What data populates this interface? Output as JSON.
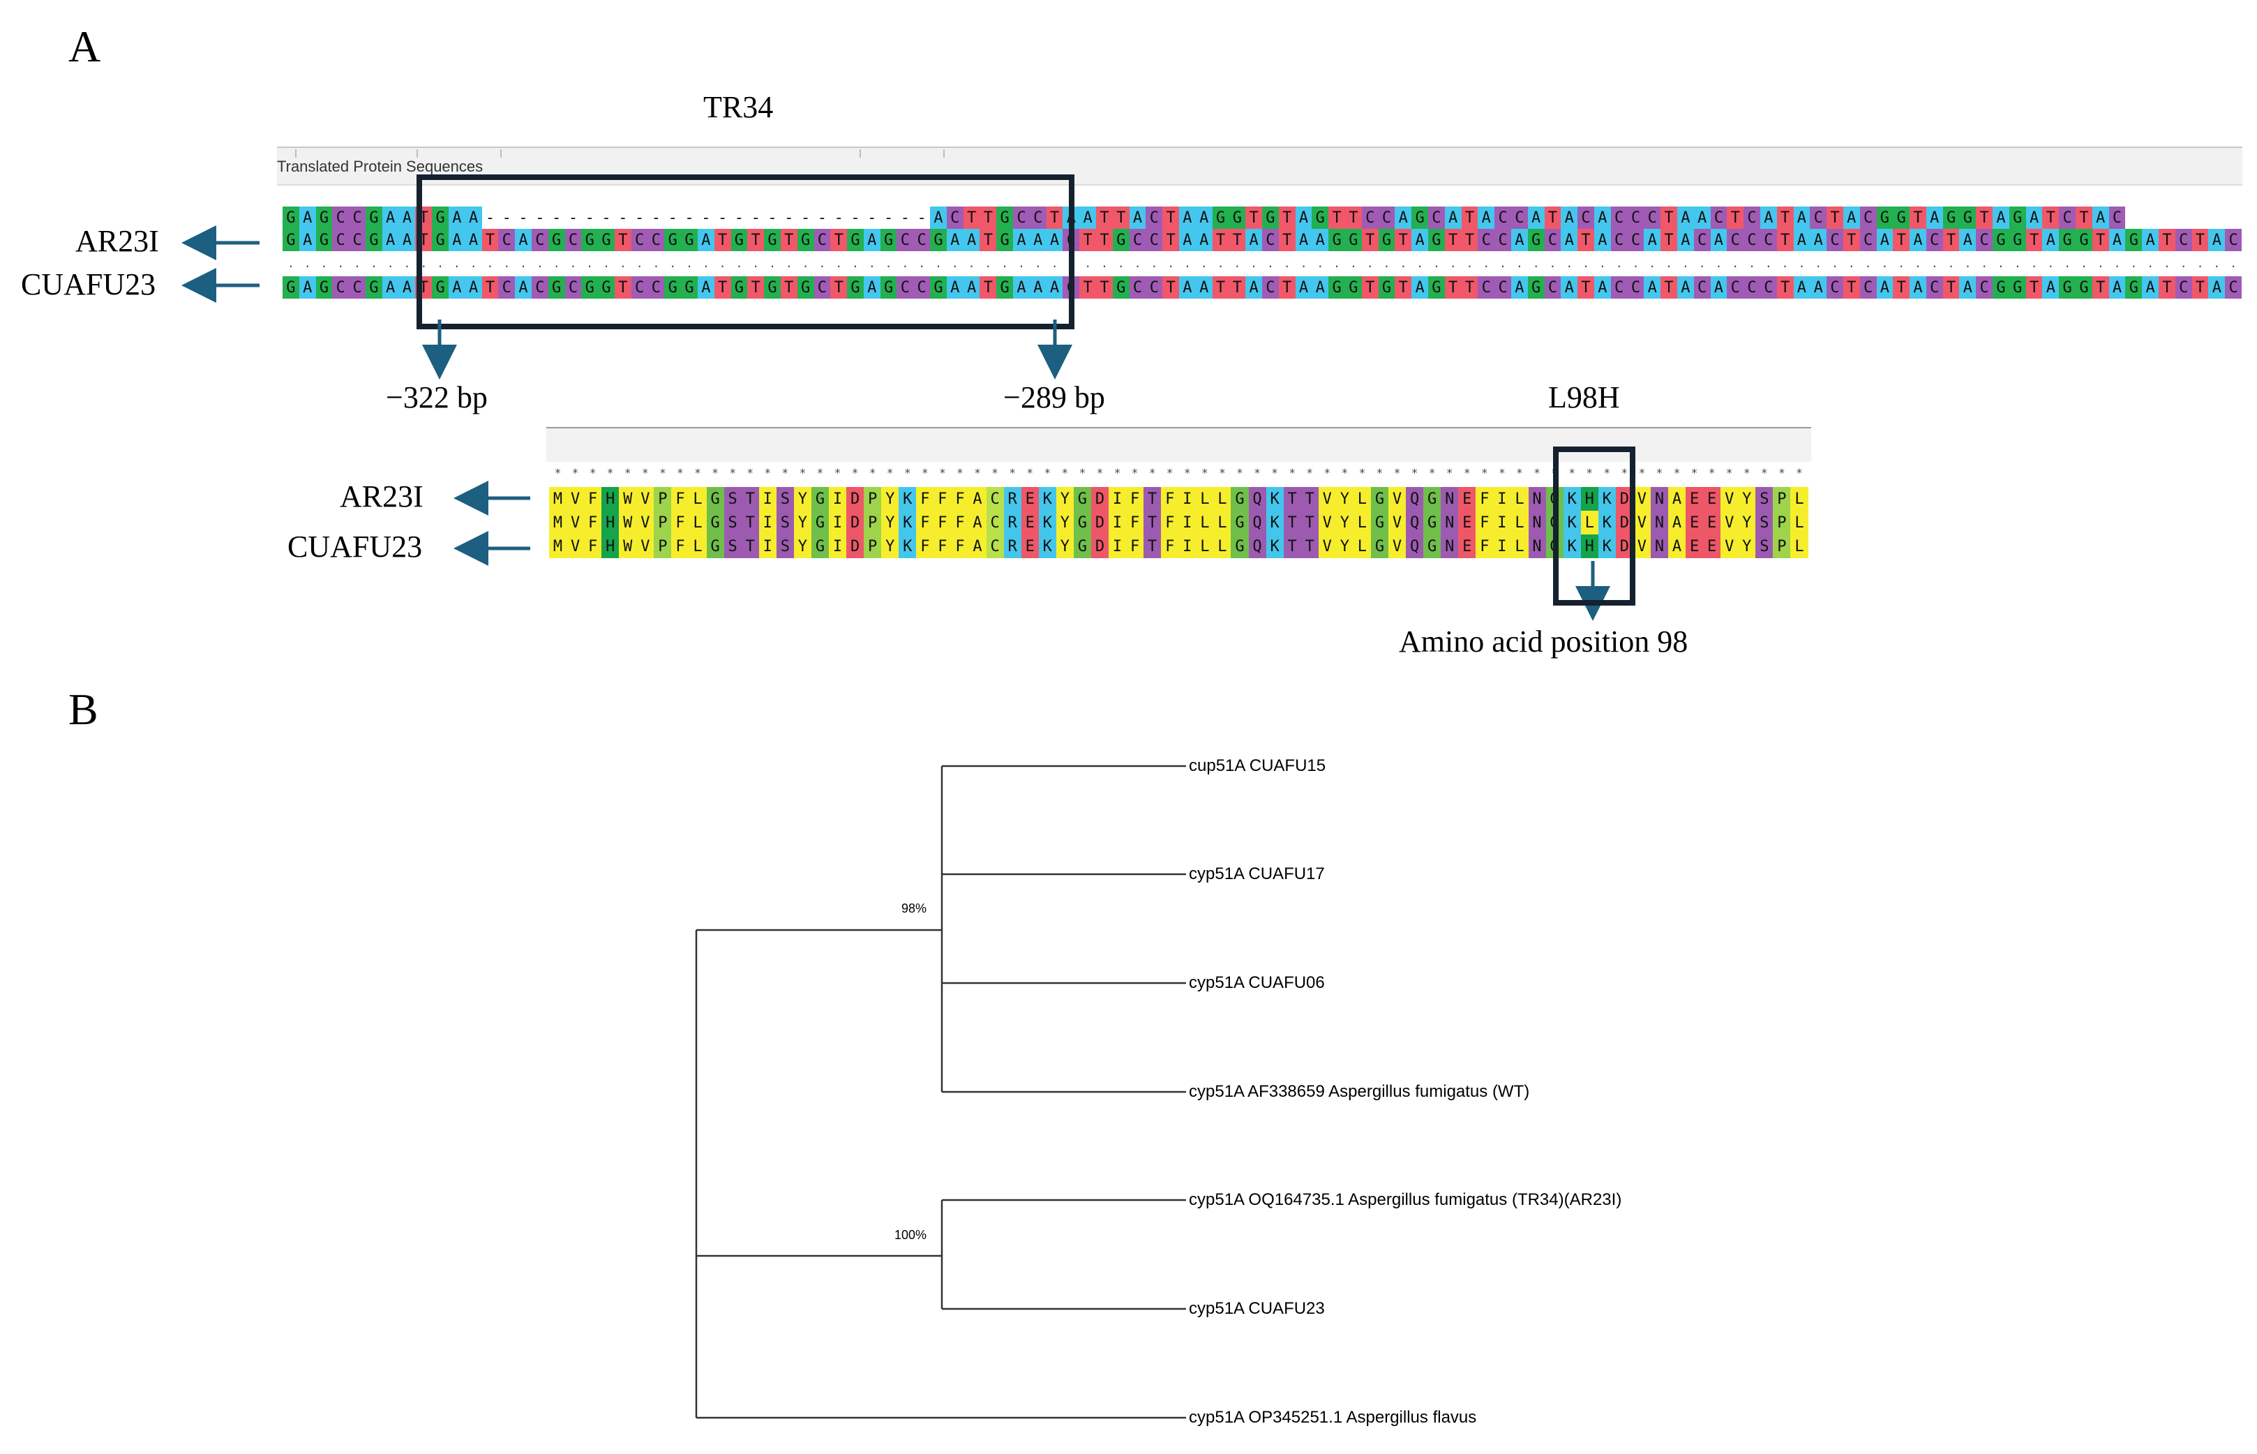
{
  "panel_a": {
    "letter": "A",
    "region_label": "TR34",
    "toolbar_text": "Translated Protein Sequences",
    "seq_label_top": "AR23I",
    "seq_label_bottom": "CUAFU23",
    "bp_left": "−322 bp",
    "bp_right": "−289 bp",
    "mutation_label": "L98H",
    "protein_label_top": "AR23I",
    "protein_label_bottom": "CUAFU23",
    "position_label": "Amino acid position 98",
    "dna_row1": "GAGCCGAATGAA---------------------------ACTTGCCTAATTACTAAGGTGTAGTTCCAGCATACCATACACCCTAACTCATACTACGGTAGGTAGATCTAC",
    "dna_row2": "GAGCCGAATGAATCACGCGGTCCGGATGTGTGCTGAGCCGAATGAAACTTGCCTAATTACTAAGGTGTAGTTCCAGCATACCATACACCCTAACTCATACTACGGTAGGTAGATCTAC",
    "dna_row3": "GAGCCGAATGAATCACGCGGTCCGGATGTGTGCTGAGCCGAATGAAACTTGCCTAATTACTAAGGTGTAGTTCCAGCATACCATACACCCTAACTCATACTACGGTAGGTAGATCTAC",
    "protein_row1": "MVFHWVPFLGSTISYGIDPYKFFFACREKYGDIFTFILLGQKTTVYLGVQGNEFILNGKHKDVNAEEVYSPL",
    "protein_row2": "MVFHWVPFLGSTISYGIDPYKFFFACREKYGDIFTFILLGQKTTVYLGVQGNEFILNGKLKDVNAEEVYSPL",
    "protein_row3": "MVFHWVPFLGSTISYGIDPYKFFFACREKYGDIFTFILLGQKTTVYLGVQGNEFILNGKHKDVNAEEVYSPL"
  },
  "nucleotide_colors": {
    "A": "#44c7ee",
    "C": "#a05bb5",
    "G": "#23b050",
    "T": "#f0586a",
    "-": "#ffffff"
  },
  "amino_colors": {
    "M": "#f6ee2c",
    "V": "#f6ee2c",
    "F": "#f6ee2c",
    "L": "#f6ee2c",
    "I": "#f6ee2c",
    "W": "#f6ee2c",
    "Y": "#f6ee2c",
    "A": "#f6ee2c",
    "H": "#15a34b",
    "G": "#6fbf4a",
    "P": "#9dd44b",
    "S": "#9c5bb0",
    "T": "#9c5bb0",
    "N": "#9c5bb0",
    "Q": "#9c5bb0",
    "K": "#43c6ec",
    "R": "#43c6ec",
    "D": "#ee5767",
    "E": "#ee5767",
    "C": "#b8e04a"
  },
  "panel_b": {
    "letter": "B",
    "leaves": [
      "cup51A CUAFU15",
      "cyp51A CUAFU17",
      "cyp51A CUAFU06",
      "cyp51A AF338659 Aspergillus fumigatus (WT)",
      "cyp51A OQ164735.1 Aspergillus fumigatus (TR34)(AR23I)",
      "cyp51A CUAFU23",
      "cyp51A OP345251.1 Aspergillus flavus"
    ],
    "support_upper": "98%",
    "support_lower": "100%"
  },
  "colors": {
    "arrow": "#1c5f80",
    "frame": "#15212e",
    "branch": "#333333"
  }
}
